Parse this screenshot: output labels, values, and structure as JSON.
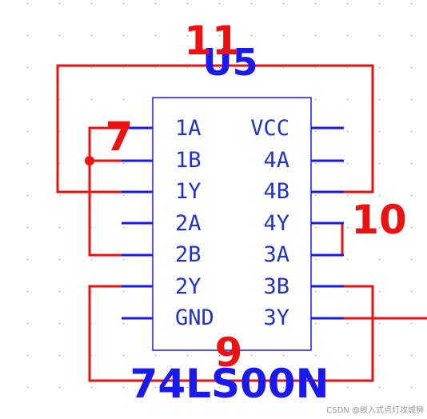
{
  "component": {
    "reference": "U5",
    "part_number": "74LS00N",
    "left_pins": [
      "1A",
      "1B",
      "1Y",
      "2A",
      "2B",
      "2Y",
      "GND"
    ],
    "right_pins": [
      "VCC",
      "4A",
      "4B",
      "4Y",
      "3A",
      "3B",
      "3Y"
    ]
  },
  "net_annotations": {
    "top": "11",
    "left": "7",
    "right": "10",
    "bottom": "9"
  },
  "watermark": "CSDN @嵌入式点灯攻城狮",
  "colors": {
    "wire": "#ee1111",
    "pin": "#1a1aee",
    "body": "#1a1aee",
    "text": "#2233cc",
    "grid": "#999999"
  }
}
